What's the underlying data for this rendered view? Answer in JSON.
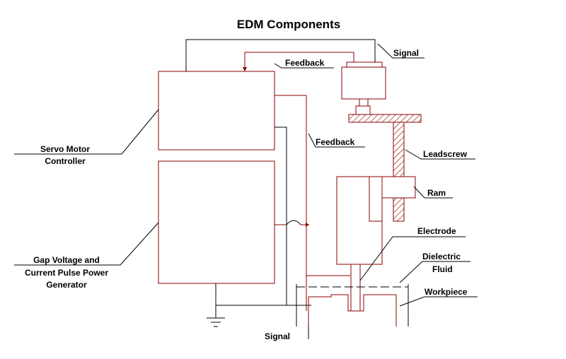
{
  "title": "EDM Components",
  "labels": {
    "signal_top": "Signal",
    "feedback_top": "Feedback",
    "feedback_mid": "Feedback",
    "leadscrew": "Leadscrew",
    "ram": "Ram",
    "electrode": "Electrode",
    "dielectric_1": "Dielectric",
    "dielectric_2": "Fluid",
    "workpiece": "Workpiece",
    "servo_1": "Servo Motor",
    "servo_2": "Controller",
    "gap_1": "Gap Voltage and",
    "gap_2": "Current Pulse Power",
    "gap_3": "Generator",
    "signal_bottom": "Signal"
  },
  "colors": {
    "wire": "#000000",
    "component": "#8b0000",
    "hatch": "#8b0000"
  }
}
